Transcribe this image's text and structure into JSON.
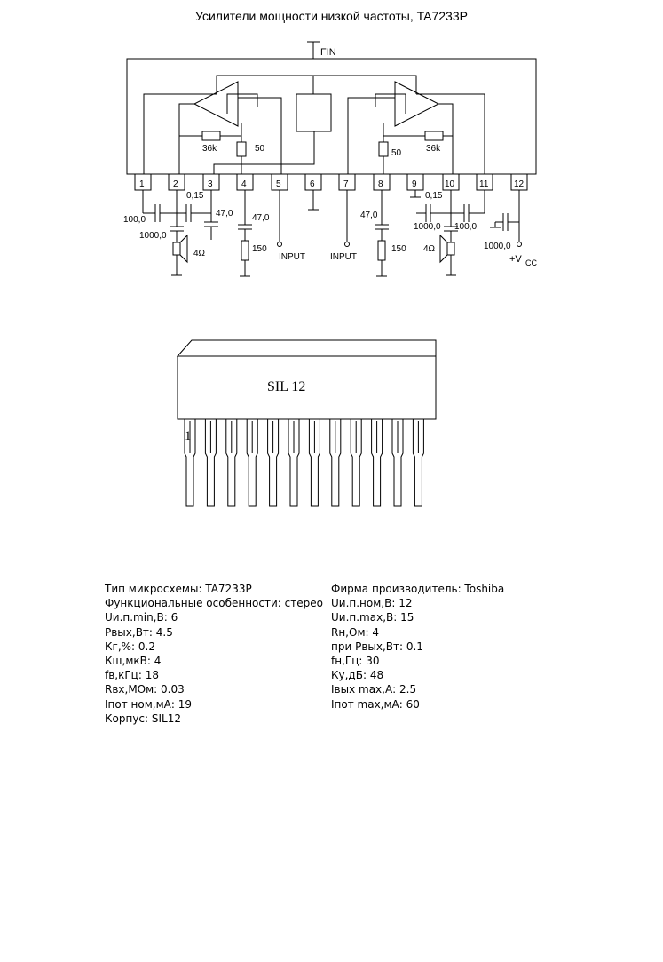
{
  "title": "Усилители мощности низкой частоты, TA7233P",
  "schematic": {
    "fin_label": "FIN",
    "pins": [
      "1",
      "2",
      "3",
      "4",
      "5",
      "6",
      "7",
      "8",
      "9",
      "10",
      "11",
      "12"
    ],
    "resistor_36k": "36k",
    "resistor_50": "50",
    "cap_0_15": "0,15",
    "cap_100": "100,0",
    "cap_1000": "1000,0",
    "cap_47": "47,0",
    "res_150": "150",
    "speaker": "4Ω",
    "input": "INPUT",
    "vcc": "+V",
    "vcc_sub": "CC"
  },
  "package": {
    "label": "SIL 12",
    "pin1": "1"
  },
  "specs_left": [
    "Тип микросхемы: TA7233P",
    "Функциональные особенности: стерео",
    "Uи.п.min,В: 6",
    "Рвых,Вт: 4.5",
    "Кг,%: 0.2",
    "Кш,мкВ: 4",
    "fв,кГц: 18",
    "Rвх,МОм: 0.03",
    "Iпот ном,мА: 19",
    "Корпус: SIL12"
  ],
  "specs_right": [
    "Фирма производитель: Toshiba",
    "Uи.п.ном,В: 12",
    "Uи.п.max,В: 15",
    "Rн,Ом: 4",
    "при Рвых,Вт: 0.1",
    "fн,Гц: 30",
    "Ку,дБ: 48",
    "Iвых max,А: 2.5",
    "Iпот max,мА: 60"
  ]
}
